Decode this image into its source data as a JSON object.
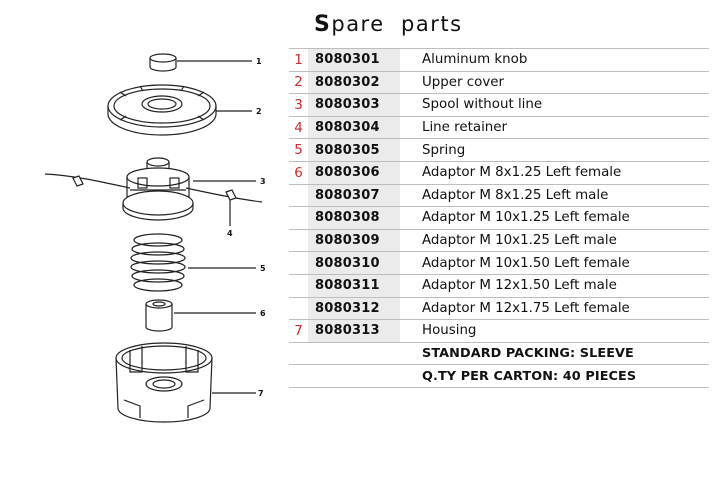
{
  "title": {
    "first_letter": "S",
    "rest": "pare  parts"
  },
  "diagram": {
    "callouts": [
      "1",
      "2",
      "3",
      "4",
      "5",
      "6",
      "7"
    ]
  },
  "parts": [
    {
      "num": "1",
      "code": "8080301",
      "desc": "Aluminum knob"
    },
    {
      "num": "2",
      "code": "8080302",
      "desc": "Upper cover"
    },
    {
      "num": "3",
      "code": "8080303",
      "desc": "Spool without line"
    },
    {
      "num": "4",
      "code": "8080304",
      "desc": "Line retainer"
    },
    {
      "num": "5",
      "code": "8080305",
      "desc": "Spring"
    },
    {
      "num": "6",
      "code": "8080306",
      "desc": "Adaptor M 8x1.25 Left female"
    },
    {
      "num": "",
      "code": "8080307",
      "desc": "Adaptor M 8x1.25 Left male"
    },
    {
      "num": "",
      "code": "8080308",
      "desc": "Adaptor M 10x1.25 Left female"
    },
    {
      "num": "",
      "code": "8080309",
      "desc": "Adaptor M 10x1.25 Left male"
    },
    {
      "num": "",
      "code": "8080310",
      "desc": "Adaptor M 10x1.50 Left female"
    },
    {
      "num": "",
      "code": "8080311",
      "desc": "Adaptor M 12x1.50 Left male"
    },
    {
      "num": "",
      "code": "8080312",
      "desc": "Adaptor M 12x1.75 Left female"
    },
    {
      "num": "7",
      "code": "8080313",
      "desc": "Housing"
    }
  ],
  "footer": {
    "packing": "STANDARD PACKING: SLEEVE",
    "carton": "Q.TY PER CARTON: 40 PIECES"
  },
  "colors": {
    "number_red": "#cc2b2b",
    "code_bg": "#ebebeb",
    "rule": "#bdbdbd"
  }
}
